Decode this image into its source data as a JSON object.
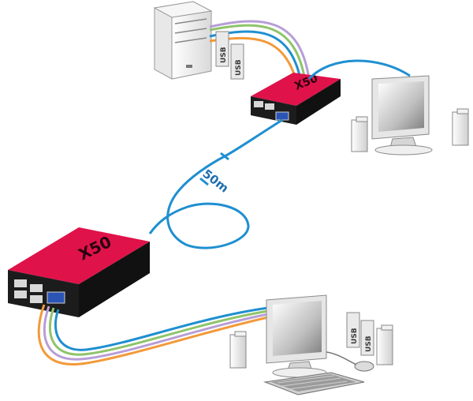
{
  "cable_length_label": "50m",
  "usb_labels": {
    "top_1": "USB",
    "top_2": "USB",
    "bottom_1": "USB",
    "bottom_2": "USB"
  },
  "extender_logo_text": {
    "top": "X50",
    "bottom": "X50"
  },
  "colors": {
    "cable_blue": "#1f8fd0",
    "cable_green": "#8fc46a",
    "cable_purple": "#b79ed6",
    "cable_orange": "#f29a3a",
    "extender_red": "#e0124a",
    "extender_body": "#1c1c1c",
    "vga_port": "#2b55b5"
  }
}
